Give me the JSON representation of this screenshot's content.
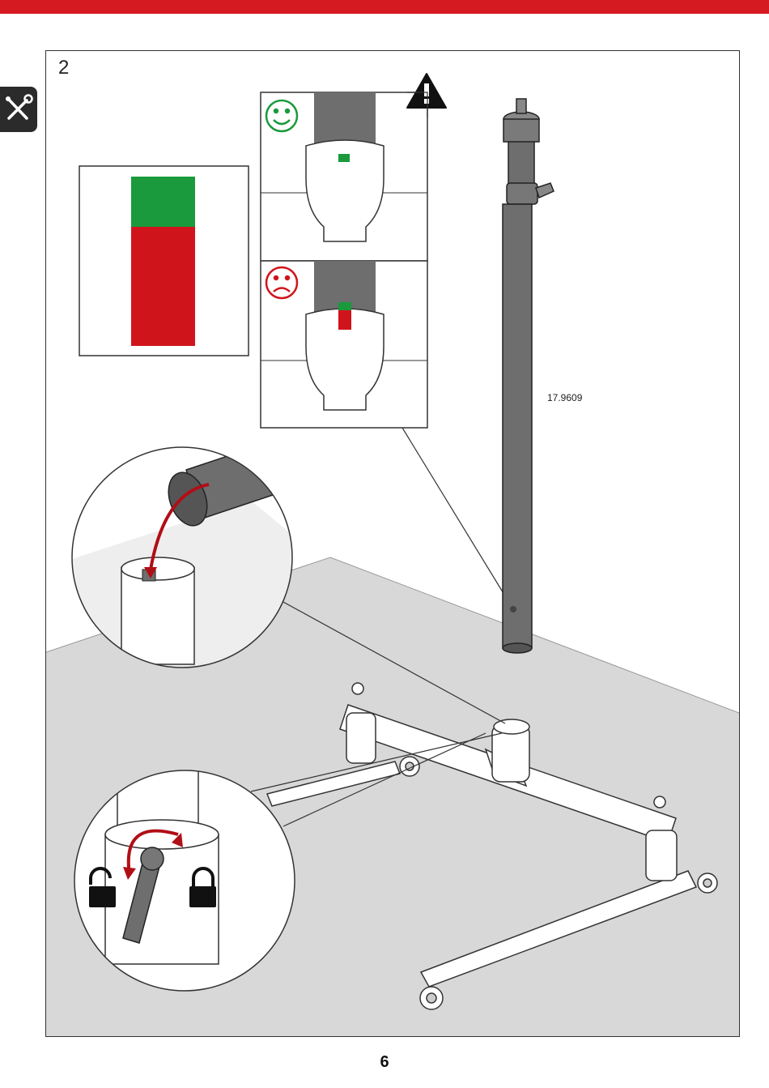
{
  "colors": {
    "brand_red": "#d51a22",
    "indicator_green": "#1a9a3c",
    "indicator_red": "#d0141c",
    "tube_gray": "#6e6e6e",
    "floor_gray": "#d8d8d8"
  },
  "header": {
    "tab_icon": "tools-icon"
  },
  "step": {
    "number": "2"
  },
  "part": {
    "code": "17.9609"
  },
  "icons": {
    "warning": "warning-triangle-icon",
    "correct": "smiley-happy-icon",
    "incorrect": "smiley-sad-icon",
    "unlock": "padlock-open-icon",
    "lock": "padlock-closed-icon"
  },
  "footer": {
    "page_number": "6"
  }
}
